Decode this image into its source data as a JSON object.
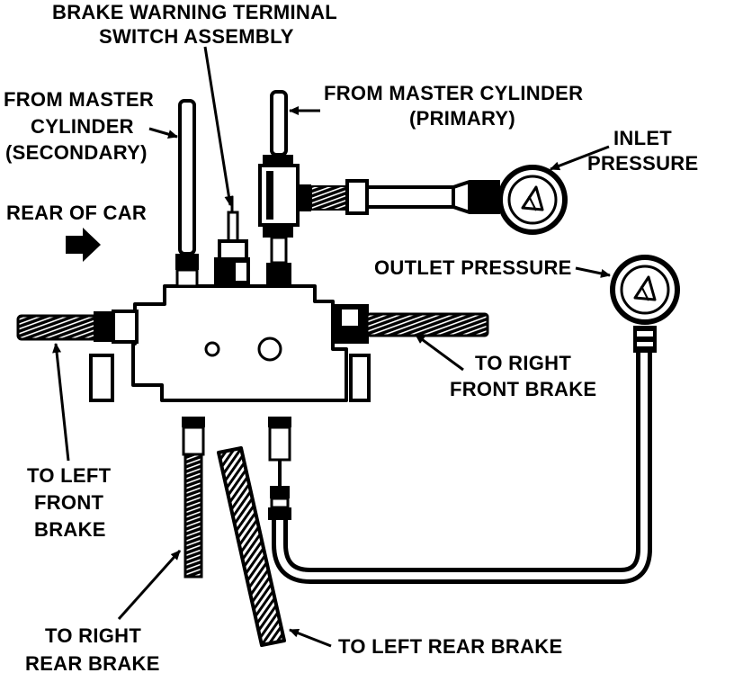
{
  "labels": {
    "brake_warning_1": "BRAKE WARNING TERMINAL",
    "brake_warning_2": "SWITCH ASSEMBLY",
    "from_master_secondary_1": "FROM MASTER",
    "from_master_secondary_2": "CYLINDER",
    "from_master_secondary_3": "(SECONDARY)",
    "from_master_primary_1": "FROM MASTER CYLINDER",
    "from_master_primary_2": "(PRIMARY)",
    "inlet_pressure_1": "INLET",
    "inlet_pressure_2": "PRESSURE",
    "rear_of_car": "REAR OF CAR",
    "outlet_pressure": "OUTLET PRESSURE",
    "to_right_front_1": "TO RIGHT",
    "to_right_front_2": "FRONT BRAKE",
    "to_left_front_1": "TO LEFT",
    "to_left_front_2": "FRONT",
    "to_left_front_3": "BRAKE",
    "to_right_rear_1": "TO RIGHT",
    "to_right_rear_2": "REAR BRAKE",
    "to_left_rear": "TO LEFT REAR BRAKE"
  },
  "colors": {
    "ink": "#000000",
    "paper": "#ffffff"
  }
}
